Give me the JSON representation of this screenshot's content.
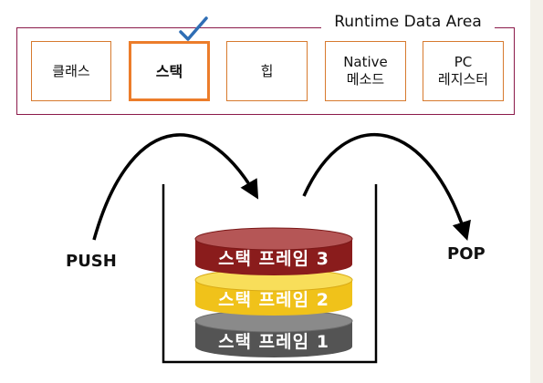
{
  "runtime_data_area": {
    "title": "Runtime Data Area",
    "areas": [
      {
        "line1": "클래스",
        "line2": ""
      },
      {
        "line1": "스택",
        "line2": "",
        "selected": true
      },
      {
        "line1": "힙",
        "line2": ""
      },
      {
        "line1": "Native",
        "line2": "메소드"
      },
      {
        "line1": "PC",
        "line2": "레지스터"
      }
    ]
  },
  "actions": {
    "push": "PUSH",
    "pop": "POP"
  },
  "stack_frames": [
    {
      "label": "스택 프레임 3",
      "color": "#8e1e1e"
    },
    {
      "label": "스택 프레임 2",
      "color": "#f2c81b"
    },
    {
      "label": "스택 프레임 1",
      "color": "#5b5b5b"
    }
  ],
  "colors": {
    "rda_border": "#8b1a4a",
    "area_border": "#d77a2e",
    "selected_border": "#ec7d2b",
    "checkmark": "#2f6eb5"
  }
}
